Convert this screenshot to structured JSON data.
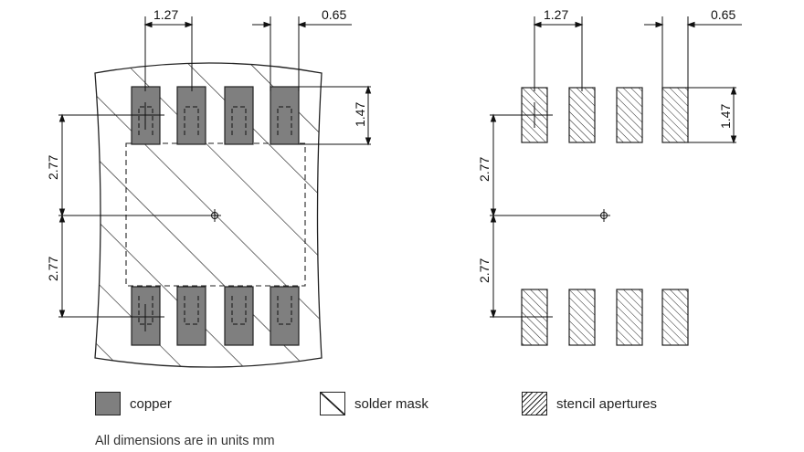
{
  "dimensions": {
    "left_pitch": "1.27",
    "left_pad_width": "0.65",
    "left_pad_length": "1.47",
    "left_row_offset_top": "2.77",
    "left_row_offset_bottom": "2.77",
    "right_pitch": "1.27",
    "right_pad_width": "0.65",
    "right_pad_length": "1.47",
    "right_row_offset_top": "2.77",
    "right_row_offset_bottom": "2.77"
  },
  "legend": {
    "copper": "copper",
    "solder_mask": "solder mask",
    "stencil": "stencil apertures"
  },
  "note": "All dimensions are in units mm",
  "colors": {
    "copper": "#7f7f7f",
    "line": "#222222"
  }
}
